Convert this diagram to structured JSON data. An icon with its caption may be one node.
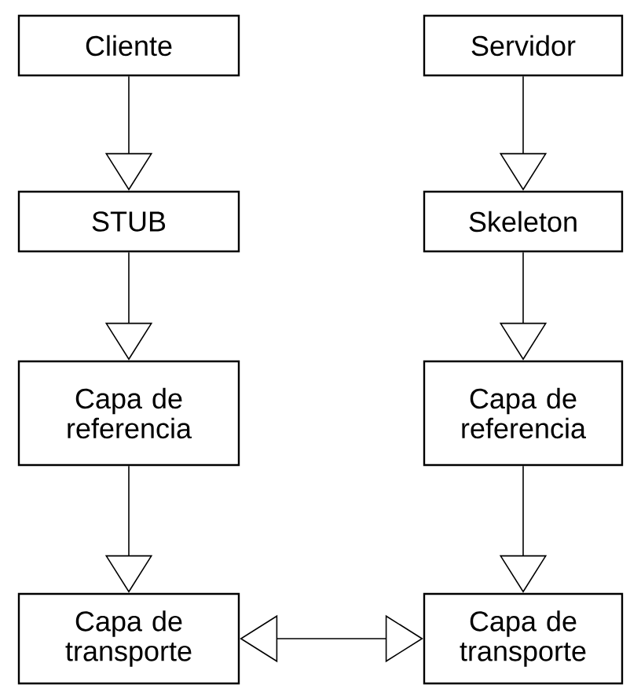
{
  "diagram": {
    "nodes": [
      {
        "text": [
          "Cliente"
        ]
      },
      {
        "text": [
          "Servidor"
        ]
      },
      {
        "text": [
          "STUB"
        ]
      },
      {
        "text": [
          "Skeleton"
        ]
      },
      {
        "text": [
          "Capa de referencia"
        ]
      },
      {
        "text": [
          "Capa de referencia"
        ]
      },
      {
        "text": [
          "Capa de transporte"
        ]
      },
      {
        "text": [
          "Capa de transporte"
        ]
      }
    ],
    "edges": [
      {
        "from": 0,
        "to": 2,
        "arrow": "to"
      },
      {
        "from": 1,
        "to": 3,
        "arrow": "to"
      },
      {
        "from": 2,
        "to": 4,
        "arrow": "to"
      },
      {
        "from": 3,
        "to": 5,
        "arrow": "to"
      },
      {
        "from": 4,
        "to": 6,
        "arrow": "to"
      },
      {
        "from": 5,
        "to": 7,
        "arrow": "to"
      },
      {
        "from": 6,
        "to": 7,
        "arrow": "both"
      }
    ]
  }
}
